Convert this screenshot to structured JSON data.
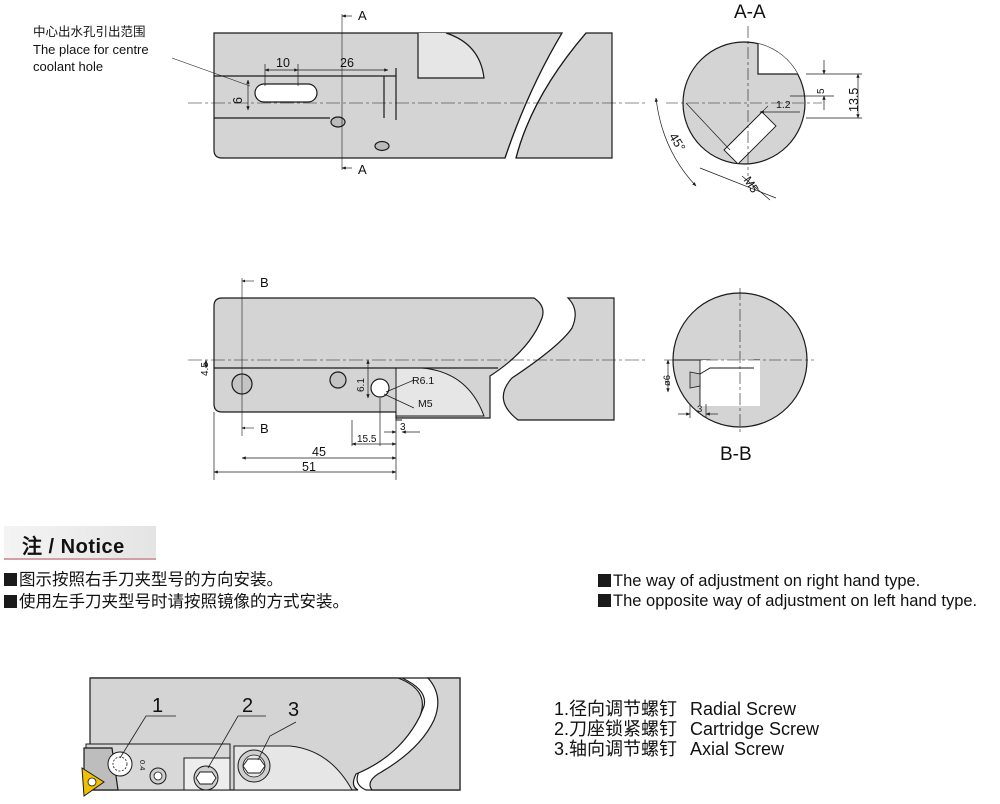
{
  "callout": {
    "cn": "中心出水孔引出范围",
    "en_line1": "The place for centre",
    "en_line2": "coolant hole"
  },
  "top_view": {
    "dim_slot_width": "10",
    "dim_slot_offset": "26",
    "dim_slot_height": "6",
    "section_mark": "A"
  },
  "section_aa": {
    "title": "A-A",
    "dim_depth_small": "5",
    "dim_depth_total": "13.5",
    "dim_offset": "1.2",
    "dim_angle": "45°",
    "thread": "M5"
  },
  "bottom_view": {
    "section_mark": "B",
    "dim_height": "4.5",
    "dim_hole_depth": "6.1",
    "dim_radius": "R6.1",
    "thread": "M5",
    "dim_3": "3",
    "dim_15_5": "15.5",
    "dim_45": "45",
    "dim_51": "51"
  },
  "section_bb": {
    "title": "B-B",
    "dim_dia": "ø6",
    "dim_3": "3"
  },
  "notice": {
    "title": "注 / Notice",
    "cn_line1": "图示按照右手刀夹型号的方向安装。",
    "cn_line2": "使用左手刀夹型号时请按照镜像的方式安装。",
    "en_line1": "The way of adjustment on right hand type.",
    "en_line2": "The opposite way of adjustment on left hand type."
  },
  "assembly": {
    "label_1": "1",
    "label_2": "2",
    "label_3": "3",
    "scale_mark": "0.4"
  },
  "legend": [
    {
      "cn": "1.径向调节螺钉",
      "en": "Radial Screw"
    },
    {
      "cn": "2.刀座锁紧螺钉",
      "en": "Cartridge Screw"
    },
    {
      "cn": "3.轴向调节螺钉",
      "en": "Axial Screw"
    }
  ],
  "colors": {
    "body_fill": "#d4d4d4",
    "line": "#1a1a1a",
    "notice_accent": "#d3a0a8"
  }
}
